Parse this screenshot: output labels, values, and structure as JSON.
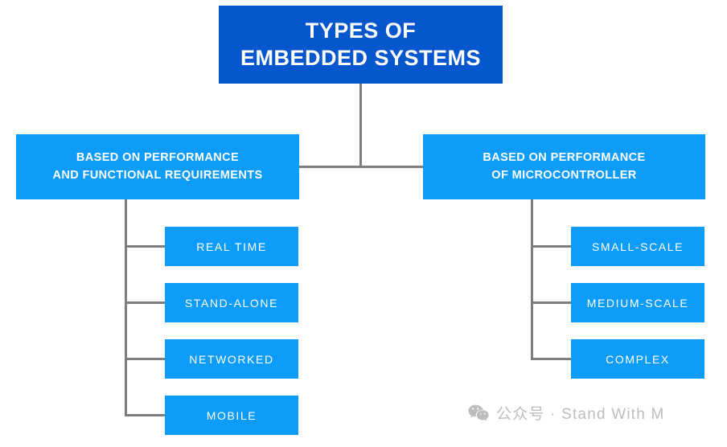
{
  "diagram": {
    "type": "tree",
    "colors": {
      "root_box": "#0657ce",
      "node_box": "#0e9cfa",
      "connector": "#7d7d7d",
      "text": "#ffffff",
      "background": "#ffffff",
      "watermark": "#bdbdbd"
    },
    "root": {
      "line1": "TYPES OF",
      "line2": "EMBEDDED SYSTEMS"
    },
    "branches": [
      {
        "id": "left",
        "line1": "BASED ON PERFORMANCE",
        "line2": "AND FUNCTIONAL REQUIREMENTS",
        "children": [
          {
            "label": "REAL TIME"
          },
          {
            "label": "STAND-ALONE"
          },
          {
            "label": "NETWORKED"
          },
          {
            "label": "MOBILE"
          }
        ]
      },
      {
        "id": "right",
        "line1": "BASED ON PERFORMANCE",
        "line2": "OF MICROCONTROLLER",
        "children": [
          {
            "label": "SMALL-SCALE"
          },
          {
            "label": "MEDIUM-SCALE"
          },
          {
            "label": "COMPLEX"
          }
        ]
      }
    ]
  },
  "watermark": {
    "icon": "wechat-icon",
    "text": "公众号 · Stand With M"
  }
}
